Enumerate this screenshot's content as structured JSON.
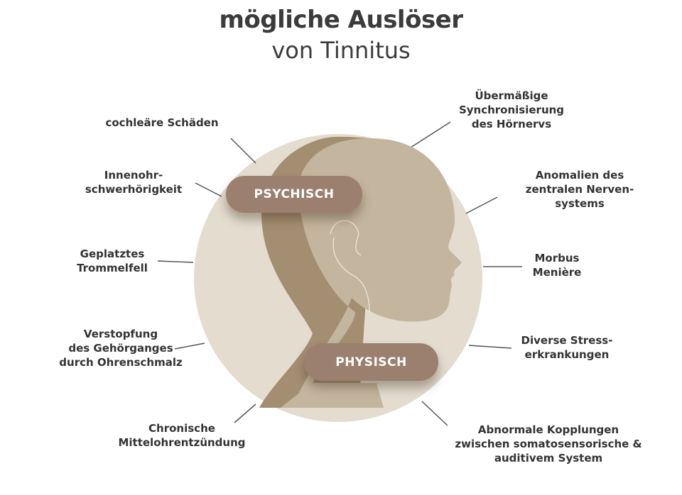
{
  "title": {
    "line1": "mögliche Auslöser",
    "line2": "von Tinnitus"
  },
  "categories": {
    "psychisch": "PSYCHISCH",
    "physisch": "PHYSISCH"
  },
  "labels_left": [
    "cochleäre Schäden",
    "Innenohr-\nschwerhörigkeit",
    "Geplatztes\nTrommelfell",
    "Verstopfung\ndes Gehörganges\ndurch Ohrenschmalz",
    "Chronische\nMittelohrentzündung"
  ],
  "labels_right": [
    "Übermäßige\nSynchronisierung\ndes Hörnervs",
    "Anomalien des\nzentralen Nerven-\nsystems",
    "Morbus\nMenière",
    "Diverse Stress-\nerkrankungen",
    "Abnormale Kopplungen\nzwischen somatosensorische &\nauditivem System"
  ],
  "colors": {
    "circle": "#e3dccf",
    "head": "#c4b59e",
    "hair": "#a38e72",
    "pill": "#9b7f6f"
  }
}
